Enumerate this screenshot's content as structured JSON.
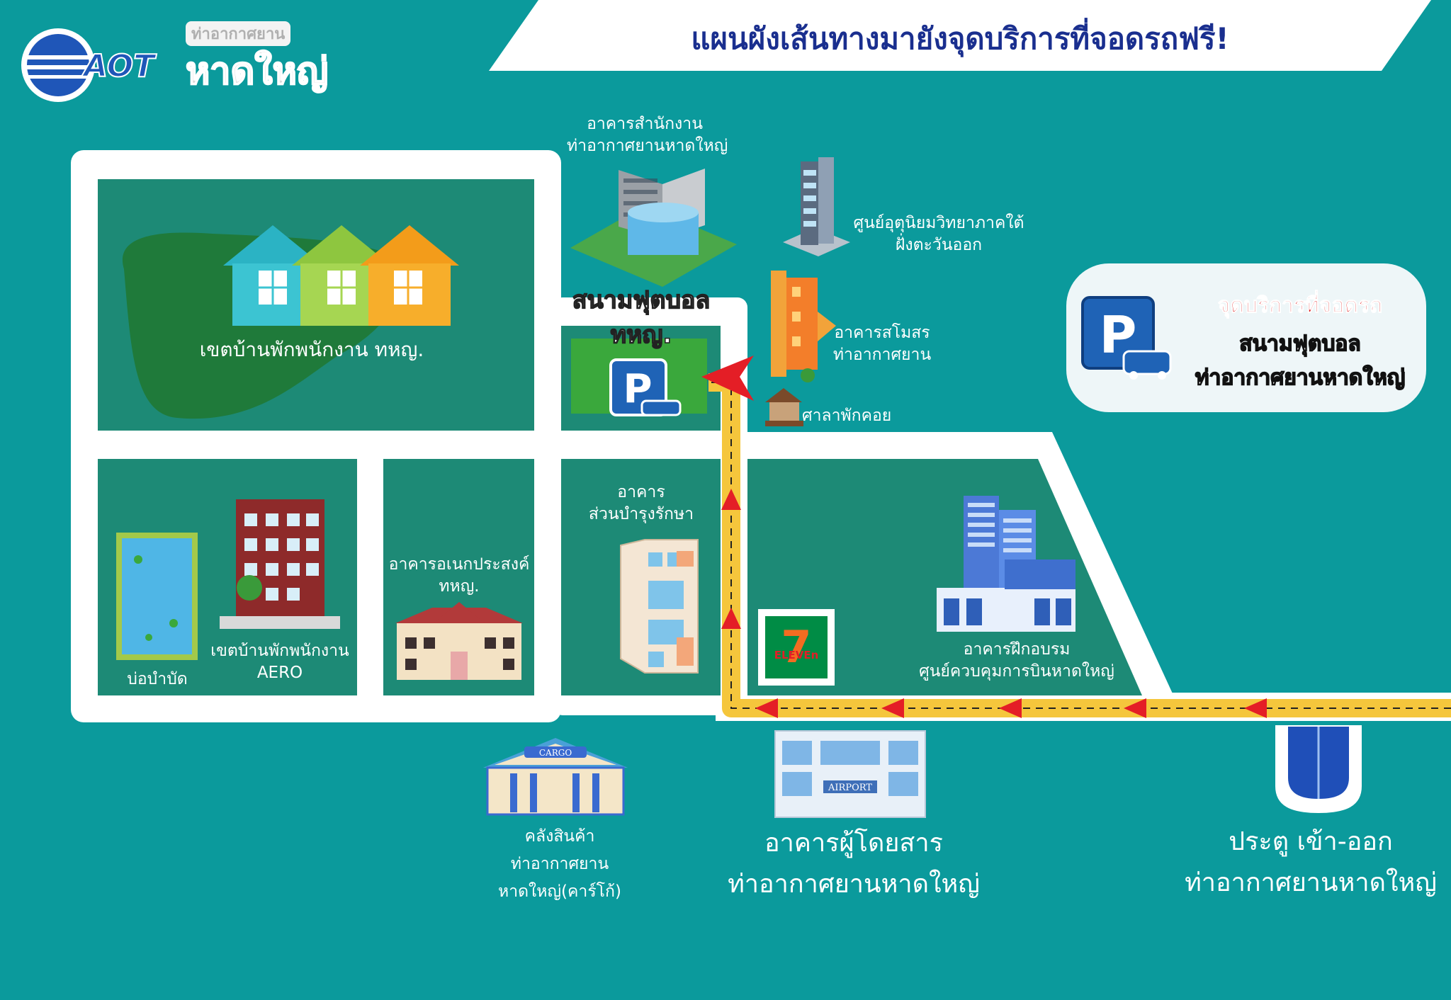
{
  "title": "แผนผังเส้นทางมายังจุดบริการที่จอดรถฟรี!",
  "logo": {
    "small_text": "ท่าอากาศยาน",
    "brand": "AOT",
    "name": "หาดใหญ่"
  },
  "legend": {
    "title": "จุดบริการที่จอดรถ",
    "line1": "สนามฟุตบอล",
    "line2": "ท่าอากาศยานหาดใหญ่",
    "icon": "parking-car-icon"
  },
  "places": {
    "office_building": [
      "อาคารสำนักงาน",
      "ท่าอากาศยานหาดใหญ่"
    ],
    "meteorology": [
      "ศูนย์อุตุนิยมวิทยาภาคใต้",
      "ฝั่งตะวันออก"
    ],
    "club_building": [
      "อาคารสโมสร",
      "ท่าอากาศยาน"
    ],
    "pavilion": "ศาลาพักคอย",
    "staff_housing": "เขตบ้านพักพนักงาน ทหญ.",
    "football_field": [
      "สนามฟุตบอล",
      "ทหญ."
    ],
    "maintenance": [
      "อาคาร",
      "ส่วนบำรุงรักษา"
    ],
    "multipurpose": [
      "อาคารอเนกประสงค์",
      "ทหญ."
    ],
    "pond": "บ่อบำบัด",
    "aero_housing": [
      "เขตบ้านพักพนักงาน",
      "AERO"
    ],
    "training": [
      "อาคารฝึกอบรม",
      "ศูนย์ควบคุมการบินหาดใหญ่"
    ],
    "cargo": [
      "คลังสินค้า",
      "ท่าอากาศยาน",
      "หาดใหญ่(คาร์โก้)"
    ],
    "terminal": [
      "อาคารผู้โดยสาร",
      "ท่าอากาศยานหาดใหญ่"
    ],
    "gate": [
      "ประตู เข้า-ออก",
      "ท่าอากาศยานหาดใหญ่"
    ]
  },
  "signs": {
    "cargo_sign": "CARGO",
    "airport_sign": "AIRPORT",
    "seven_eleven": "ELEVEn",
    "seven": "7",
    "parking": "P"
  },
  "colors": {
    "background": "#0b9a9c",
    "block": "#1d8a76",
    "road": "#ffffff",
    "route": "#f5c63c",
    "arrow": "#e41e26",
    "title": "#1a2f8f"
  }
}
